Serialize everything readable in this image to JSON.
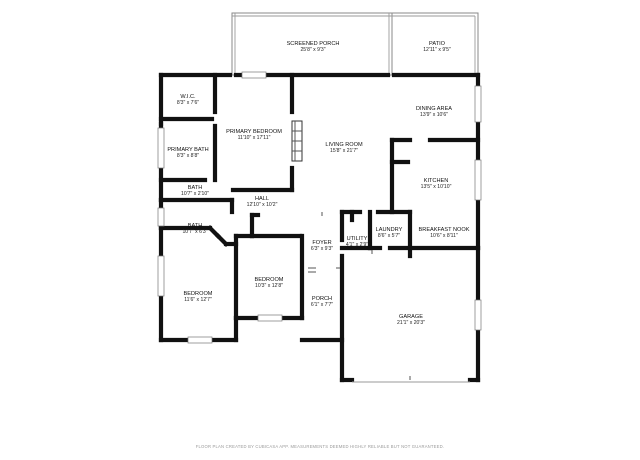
{
  "rooms": {
    "screened_porch": {
      "name": "SCREENED PORCH",
      "dims": "25'8\" x 9'3\""
    },
    "patio": {
      "name": "PATIO",
      "dims": "12'11\" x 9'5\""
    },
    "wic": {
      "name": "W.I.C.",
      "dims": "8'3\" x 7'6\""
    },
    "primary_bedroom": {
      "name": "PRIMARY BEDROOM",
      "dims": "11'10\" x 17'11\""
    },
    "dining_area": {
      "name": "DINING AREA",
      "dims": "13'9\" x 10'6\""
    },
    "primary_bath": {
      "name": "PRIMARY BATH",
      "dims": "8'3\" x 8'8\""
    },
    "living_room": {
      "name": "LIVING ROOM",
      "dims": "15'8\" x 21'7\""
    },
    "kitchen": {
      "name": "KITCHEN",
      "dims": "13'5\" x 10'10\""
    },
    "bath_1": {
      "name": "BATH",
      "dims": "10'7\" x 2'10\""
    },
    "hall": {
      "name": "HALL",
      "dims": "12'10\" x 10'2\""
    },
    "bath_2": {
      "name": "BATH",
      "dims": "10'7\" x 6'3\""
    },
    "laundry": {
      "name": "LAUNDRY",
      "dims": "8'6\" x 5'7\""
    },
    "breakfast_nook": {
      "name": "BREAKFAST NOOK",
      "dims": "10'6\" x 8'11\""
    },
    "utility": {
      "name": "UTILITY",
      "dims": "4'1\" x 2'9\""
    },
    "foyer": {
      "name": "FOYER",
      "dims": "6'3\" x 9'3\""
    },
    "bedroom_2": {
      "name": "BEDROOM",
      "dims": "10'3\" x 12'8\""
    },
    "bedroom_1": {
      "name": "BEDROOM",
      "dims": "11'6\" x 12'7\""
    },
    "porch": {
      "name": "PORCH",
      "dims": "6'1\" x 7'7\""
    },
    "garage": {
      "name": "GARAGE",
      "dims": "21'1\" x 20'3\""
    }
  },
  "disclaimer": "FLOOR PLAN CREATED BY CUBICASA APP. MEASUREMENTS DEEMED HIGHLY RELIABLE BUT NOT GUARANTEED."
}
